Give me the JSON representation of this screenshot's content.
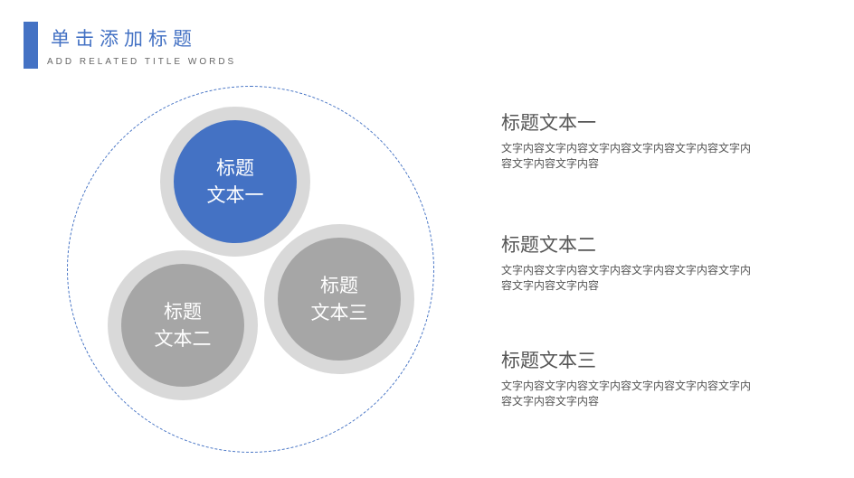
{
  "header": {
    "title": "单击添加标题",
    "subtitle": "ADD RELATED TITLE WORDS"
  },
  "diagram": {
    "circles": [
      {
        "line1": "标题",
        "line2": "文本一"
      },
      {
        "line1": "标题",
        "line2": "文本二"
      },
      {
        "line1": "标题",
        "line2": "文本三"
      }
    ]
  },
  "items": [
    {
      "title": "标题文本一",
      "body": "文字内容文字内容文字内容文字内容文字内容文字内容文字内容文字内容"
    },
    {
      "title": "标题文本二",
      "body": "文字内容文字内容文字内容文字内容文字内容文字内容文字内容文字内容"
    },
    {
      "title": "标题文本三",
      "body": "文字内容文字内容文字内容文字内容文字内容文字内容文字内容文字内容"
    }
  ],
  "colors": {
    "accent": "#4472c4",
    "ring": "#d9d9d9",
    "gray_disc": "#a6a6a6",
    "text": "#555555"
  }
}
